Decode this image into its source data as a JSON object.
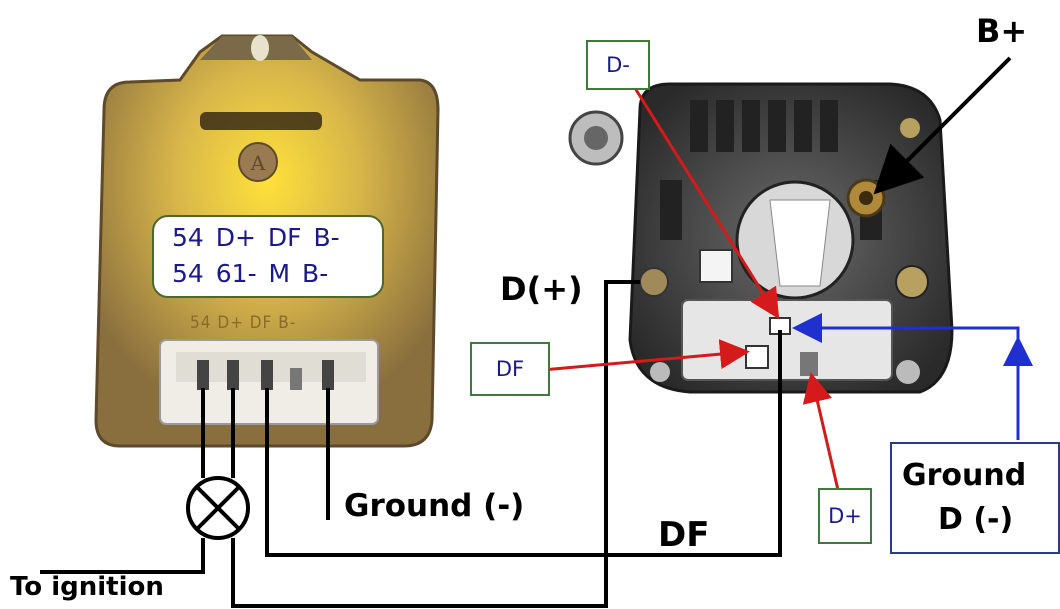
{
  "regulator": {
    "terminal_row_1": "54  D+  DF  B-",
    "terminal_row_2": "54  61-  M   B-",
    "pin_markings": "54 D+ DF    B-"
  },
  "callouts": {
    "d_minus": "D-",
    "df_small": "DF",
    "d_plus_small": "D+",
    "b_plus": "B+",
    "d_plus_paren": "D(+)",
    "ground_minus": "Ground (-)",
    "df_big": "DF",
    "ground_box_line1": "Ground",
    "ground_box_line2": "D (-)",
    "to_ignition": "To ignition"
  },
  "colors": {
    "wire": "#000000",
    "arrow_red": "#d41a1a",
    "arrow_blue": "#1f2fd0",
    "label_text": "#1a1a8c",
    "box_border_green": "#3f7a3a"
  }
}
